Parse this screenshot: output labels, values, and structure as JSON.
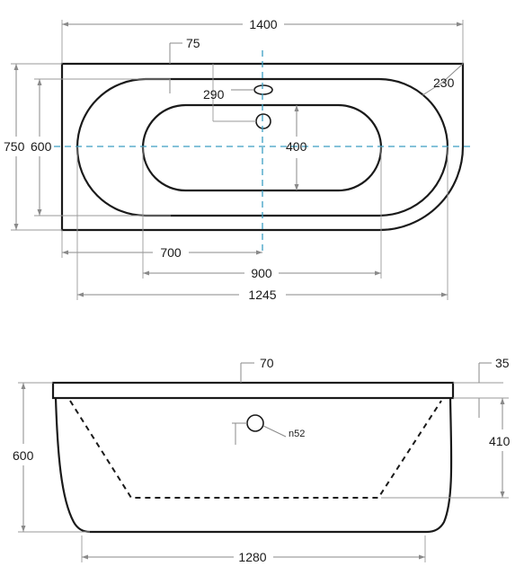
{
  "top_view": {
    "overall_length": "1400",
    "wall_thickness": "75",
    "rim_radius": "230",
    "overflow_offset": "290",
    "overall_width": "750",
    "inner_width": "600",
    "bottom_width": "400",
    "drain_offset": "700",
    "bottom_length": "900",
    "inner_length": "1245"
  },
  "side_view": {
    "rim_height": "70",
    "rim_thickness": "35",
    "overall_height": "600",
    "inner_depth": "410",
    "overflow_diameter": "n52",
    "base_length": "1280"
  },
  "colors": {
    "outline": "#1a1a1a",
    "dimension": "#8a8a8a",
    "center_axis": "#3b9ec2"
  }
}
